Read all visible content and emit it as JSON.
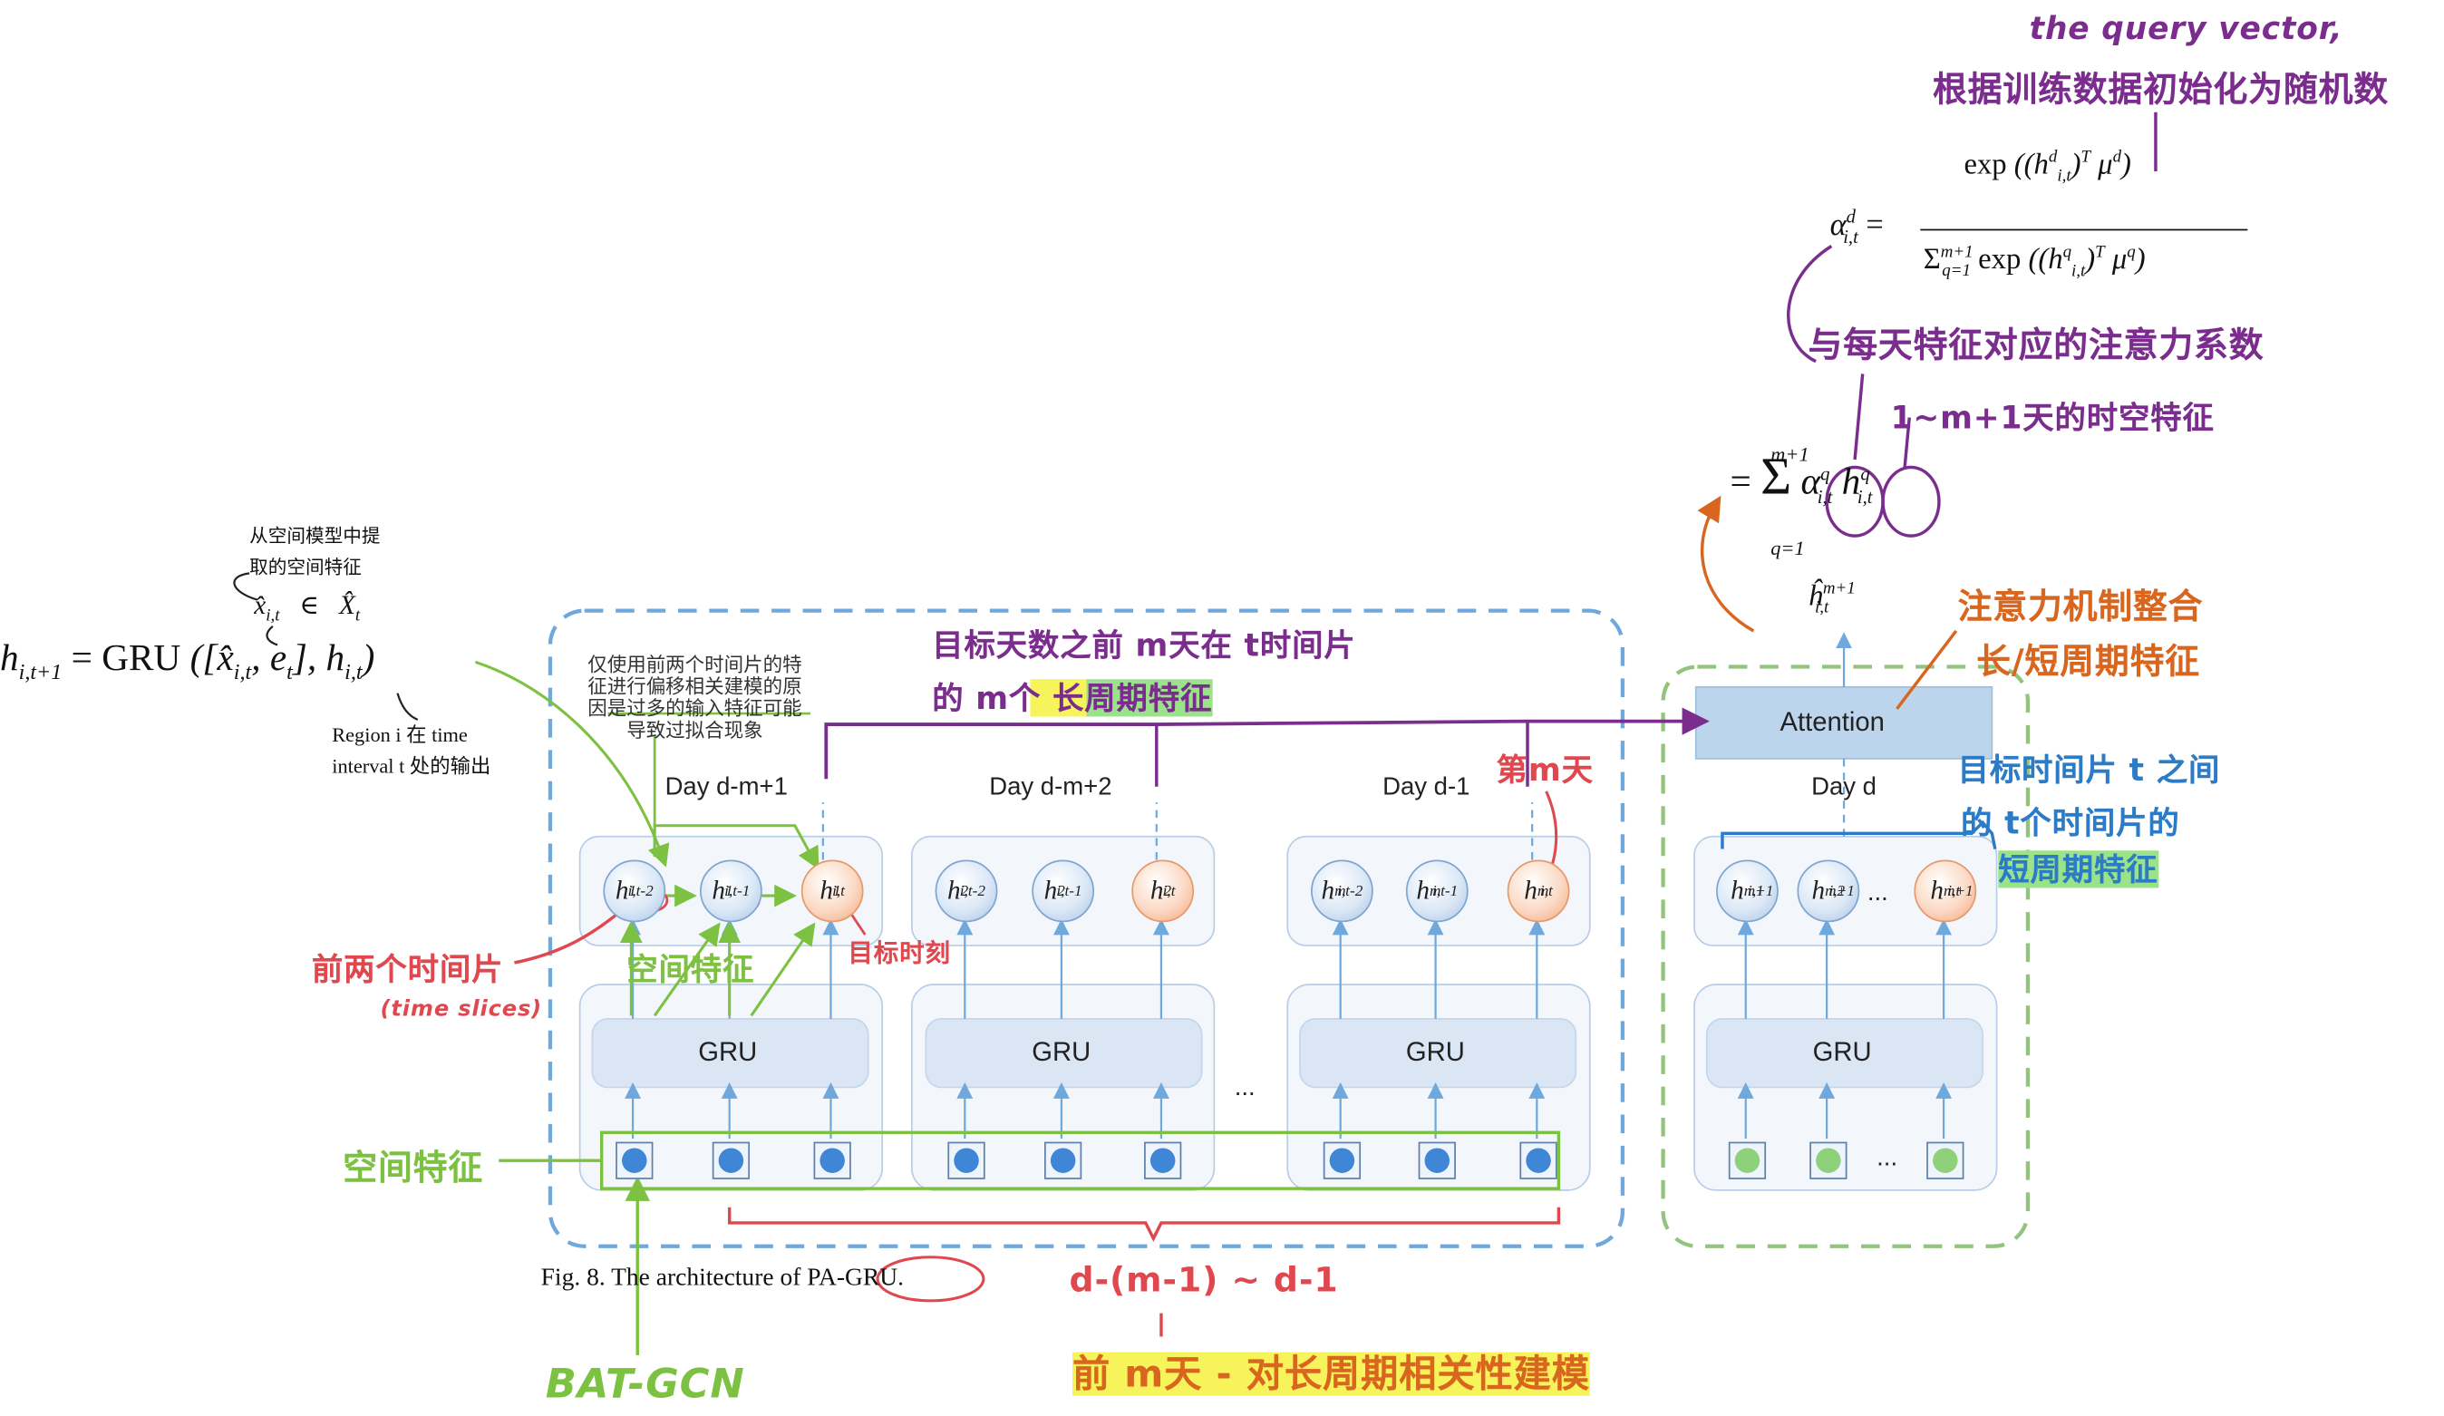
{
  "formula_gru": {
    "lhs": "h_{i,t+1} = GRU ([x̂_{i,t}, e_t], h_{i,t})",
    "x_in_X": "x̂_{i,t}  ∈  X̂_t"
  },
  "notes": {
    "spatial_from_model": "从空间模型中提\n取的空间特征",
    "region_output": "Region i 在 time\ninterval t 处的输出",
    "only_prev_two": "仅使用前两个时间片的特\n征进行偏移相关建模的原\n因是过多的输入特征可能\n导致过拟合现象",
    "caption": "Fig. 8.    The architecture of PA-GRU."
  },
  "handwritten": {
    "query_vector": "the query vector,",
    "random_init": "根据训练数据初始化为随机数",
    "attention_coef": "与每天特征对应的注意力系数",
    "hidden_features": "1~m+1天的时空特征",
    "attention_merge_1": "注意力机制整合",
    "attention_merge_2": "长/短周期特征",
    "long_period_1": "目标天数之前 m天在 t时间片",
    "long_period_2": "的 m个 长周期特征",
    "day_m": "第m天",
    "short_period_1": "目标时间片 t 之间",
    "short_period_2": "的 t个时间片的",
    "short_period_3": "短周期特征",
    "prev_two_slices": "前两个时间片",
    "time_slices": "(time slices)",
    "target_time": "目标时刻",
    "spatial_feat_1": "空间特征",
    "spatial_feat_2": "空间特征",
    "range": "d-(m-1) ~ d-1",
    "long_model": "前 m天 - 对长周期相关性建模",
    "bat_gcn": "BAT-GCN"
  },
  "diagram": {
    "days": [
      "Day d-m+1",
      "Day d-m+2",
      "Day d-1",
      "Day d"
    ],
    "gru_label": "GRU",
    "attention_label": "Attention",
    "ellipsis": "...",
    "block1_nodes": [
      {
        "sym": "h",
        "sup": "1",
        "sub": "i,t-2",
        "color": "blue"
      },
      {
        "sym": "h",
        "sup": "1",
        "sub": "i,t-1",
        "color": "blue"
      },
      {
        "sym": "h",
        "sup": "1",
        "sub": "i,t",
        "color": "orange"
      }
    ],
    "block2_nodes": [
      {
        "sym": "h",
        "sup": "2",
        "sub": "i,t-2",
        "color": "blue"
      },
      {
        "sym": "h",
        "sup": "2",
        "sub": "i,t-1",
        "color": "blue"
      },
      {
        "sym": "h",
        "sup": "2",
        "sub": "i,t",
        "color": "orange"
      }
    ],
    "block3_nodes": [
      {
        "sym": "h",
        "sup": "m",
        "sub": "i,t-2",
        "color": "blue"
      },
      {
        "sym": "h",
        "sup": "m",
        "sub": "i,t-1",
        "color": "blue"
      },
      {
        "sym": "h",
        "sup": "m",
        "sub": "i,t",
        "color": "orange"
      }
    ],
    "block4_nodes": [
      {
        "sym": "h",
        "sup": "m+1",
        "sub": "i,1",
        "color": "blue"
      },
      {
        "sym": "h",
        "sup": "m+1",
        "sub": "i,2",
        "color": "blue"
      },
      {
        "sym": "h",
        "sup": "m+1",
        "sub": "i,t",
        "color": "orange"
      }
    ],
    "output": "ĥ^{m+1}_{i,t}"
  },
  "colors": {
    "blue_dashed": "#6fa8dc",
    "green_dashed": "#93c47d",
    "purple_ink": "#7b2d8e",
    "orange_ink": "#d9661f",
    "red_ink": "#e0484f",
    "green_ink": "#7cc142",
    "blue_ink": "#2b7bc6"
  }
}
